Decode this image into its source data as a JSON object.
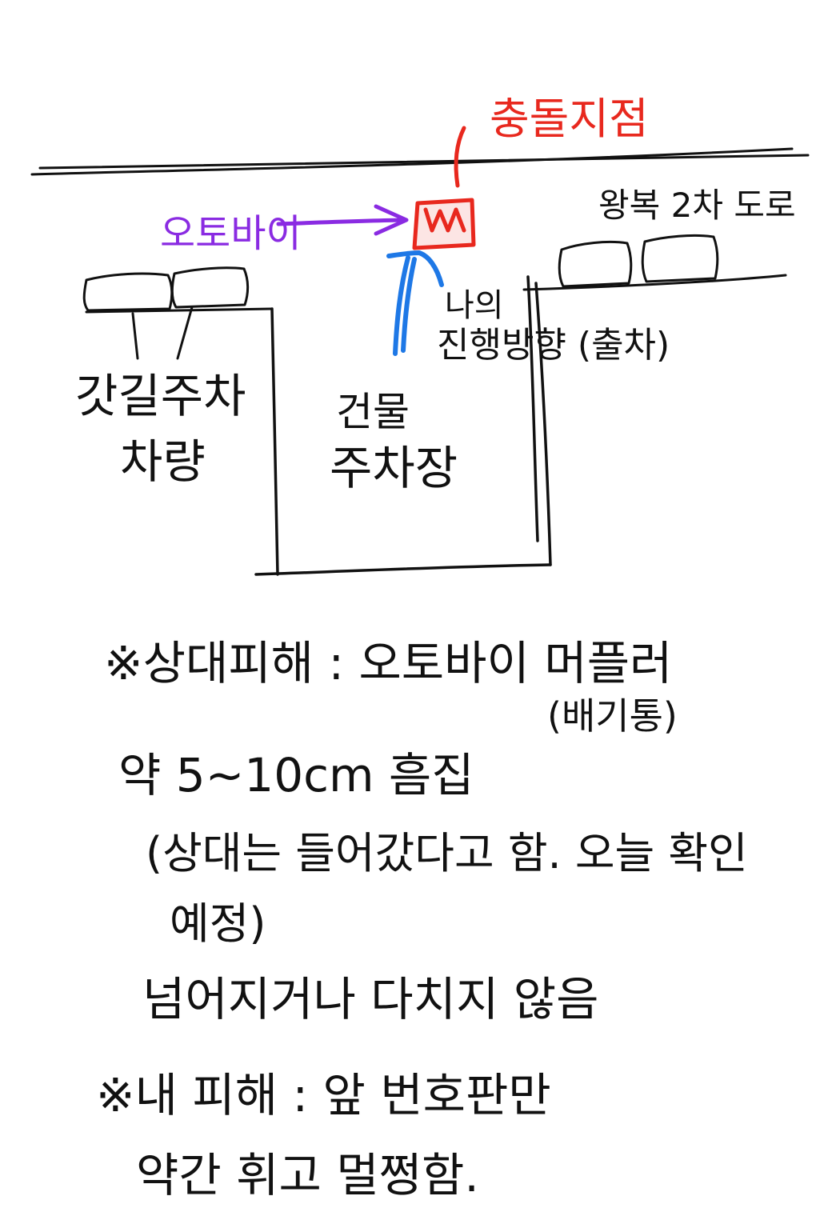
{
  "colors": {
    "ink": "#111111",
    "collision": "#e8281e",
    "motorcycle": "#8a2be2",
    "my_direction": "#1e78e6"
  },
  "diagram": {
    "collision_label": "충돌지점",
    "road_label": "왕복 2차 도로",
    "motorcycle_label": "오토바이",
    "my_direction_label_line1": "나의",
    "my_direction_label_line2": "진행방향 (출차)",
    "roadside_parked_line1": "갓길주차",
    "roadside_parked_line2": "차량",
    "building_parking_line1": "건물",
    "building_parking_line2": "주차장",
    "icons": {
      "collision": "collision-point-box-icon",
      "motorcycle_arrow": "arrow-right-icon",
      "my_arrow": "arrow-up-icon",
      "cars": "parked-car-icon"
    }
  },
  "notes": {
    "other_damage": "※상대피해 : 오토바이 머플러",
    "other_damage_sub": "(배기통)",
    "scratch": "약 5~10cm 흠집",
    "claim": "(상대는 들어갔다고 함. 오늘 확인",
    "claim_cont": "예정)",
    "no_injury": "넘어지거나 다치지 않음",
    "my_damage": "※내 피해 : 앞 번호판만",
    "my_damage_cont": "약간 휘고 멀쩡함."
  }
}
